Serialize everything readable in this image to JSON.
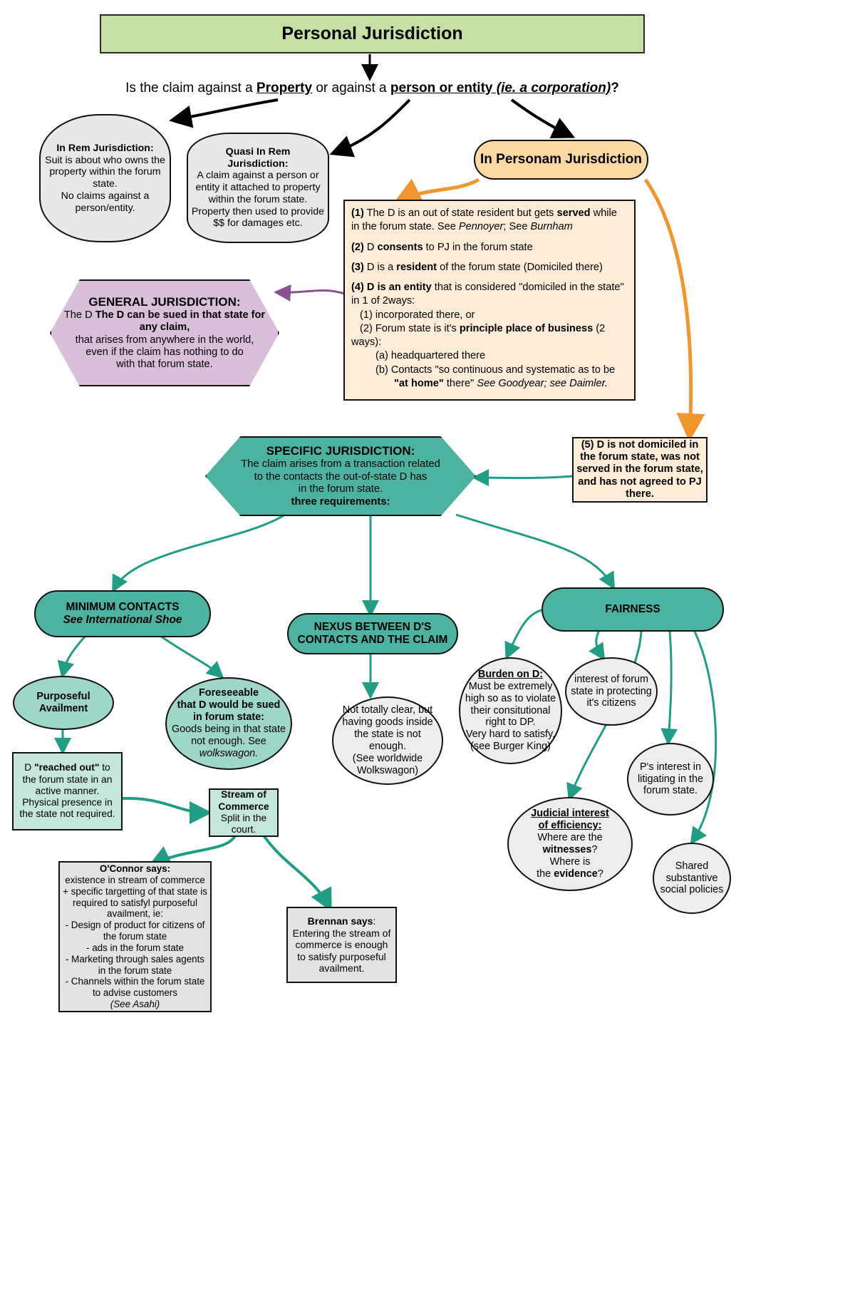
{
  "title": "Personal Jurisdiction",
  "question": {
    "part1": "Is the claim against a ",
    "property": "Property",
    "part2": " or against a ",
    "person": "person or entity",
    "paren": " (ie. a corporation)",
    "part3": "?"
  },
  "in_rem": {
    "heading": "In Rem Jurisdiction:",
    "body": "Suit is about who owns the property within the forum state.\nNo claims against a person/entity."
  },
  "quasi_in_rem": {
    "heading": "Quasi In Rem\nJurisdiction:",
    "body": "A claim against a person or entity it attached to property within the forum state.\nProperty then used to provide $$ for damages etc."
  },
  "in_personam": {
    "label": "In Personam Jurisdiction",
    "items": [
      {
        "num": "(1)",
        "text": "The D is an out of state resident but gets served while in the forum state. See Pennoyer; See Burnham"
      },
      {
        "num": "(2)",
        "text": "D consents to PJ in the forum state"
      },
      {
        "num": "(3)",
        "text": "D is a resident of the forum state (Domiciled there)"
      },
      {
        "num": "(4)",
        "text": "D is an entity that is considered \"domiciled in the state\" in 1 of 2ways:"
      }
    ],
    "sub_items": [
      "(1) incorporated there, or",
      "(2) Forum state is it's principle place of business (2 ways):",
      "(a) headquartered there",
      "(b) Contacts \"so continuous and systematic as to be",
      "\"at home\" there\" See Goodyear; see Daimler."
    ]
  },
  "item5": {
    "num": "(5)",
    "text": "D is not domiciled in the forum state, was not served in the forum state, and has not agreed to PJ there."
  },
  "general_jurisdiction": {
    "heading": "GENERAL  JURISDICTION:",
    "line1": "The D can be sued in that state for any claim,",
    "line2": "that arises from anywhere in the world,",
    "line3": "even if the claim has nothing to do",
    "line4": "with that forum state."
  },
  "specific_jurisdiction": {
    "heading": "SPECIFIC  JURISDICTION:",
    "line1": "The claim arises from a transaction related",
    "line2": "to the contacts the out-of-state D has",
    "line3": "in the forum state.",
    "line4": "three requirements:"
  },
  "requirements": {
    "minimum_contacts": {
      "heading": "MINIMUM  CONTACTS",
      "cite": "See International Shoe"
    },
    "nexus": {
      "line1": "NEXUS BETWEEN D'S",
      "line2": "CONTACTS AND THE CLAIM"
    },
    "fairness": {
      "label": "FAIRNESS"
    }
  },
  "minimum_contacts_children": {
    "purposeful_availment": {
      "line1": "Purposeful",
      "line2": "Availment"
    },
    "purposeful_detail": "D \"reached out\" to the forum state in an active manner.\nPhysical presence in the state not required.",
    "foreseeable": {
      "heading": "Foreseeable\nthat D would be sued\nin forum state:",
      "body": "Goods being in that state not enough. See",
      "cite": "wolkswagon."
    }
  },
  "stream_of_commerce": {
    "heading": "Stream of\nCommerce",
    "body": "Split in the court."
  },
  "oconnor": {
    "heading": "O'Connor says:",
    "body": "existence in stream of commerce + specific targetting of that state is required to satisfyl purposeful availment, ie:",
    "bullets": [
      "- Design of product for citizens of the forum state",
      "- ads in the forum state",
      "- Marketing through sales agents in the forum state",
      "- Channels within the forum state to advise customers"
    ],
    "cite": "(See Asahi)"
  },
  "brennan": {
    "heading": "Brennan says",
    "body": ": Entering the stream of commerce is enough to satisfy purposeful availment."
  },
  "nexus_child": {
    "body": "Not totally clear, but having goods inside the state is not enough.\n(See worldwide Wolkswagon)"
  },
  "fairness_children": {
    "burden": {
      "heading": "Burden on D:",
      "body": "Must be extremely high so as to violate their consitutional right to DP.\nVery hard to satisfy.\n(see Burger King)"
    },
    "interest_forum": "interest of forum state in protecting it's citizens",
    "plaintiff_interest": "P's interest in litigating in the forum state.",
    "judicial": {
      "heading": "Judicial interest\nof efficiency:",
      "line1": "Where are the",
      "witnesses": "witnesses",
      "q1": "?",
      "line2": "Where is",
      "line3": "the ",
      "evidence": "evidence",
      "q2": "?"
    },
    "shared": "Shared substantive social policies"
  },
  "colors": {
    "title_green": "#c5e0a5",
    "orange": "#fcd9a3",
    "orange_panel": "#fdecd7",
    "purple": "#d9bfd9",
    "teal": "#4bb3a0",
    "teal_light": "#9ed7c8",
    "grey": "#e8e8e8",
    "edge_black": "#000000",
    "edge_orange": "#f0962d",
    "edge_purple": "#8e4f93",
    "edge_teal": "#1f9e85"
  }
}
